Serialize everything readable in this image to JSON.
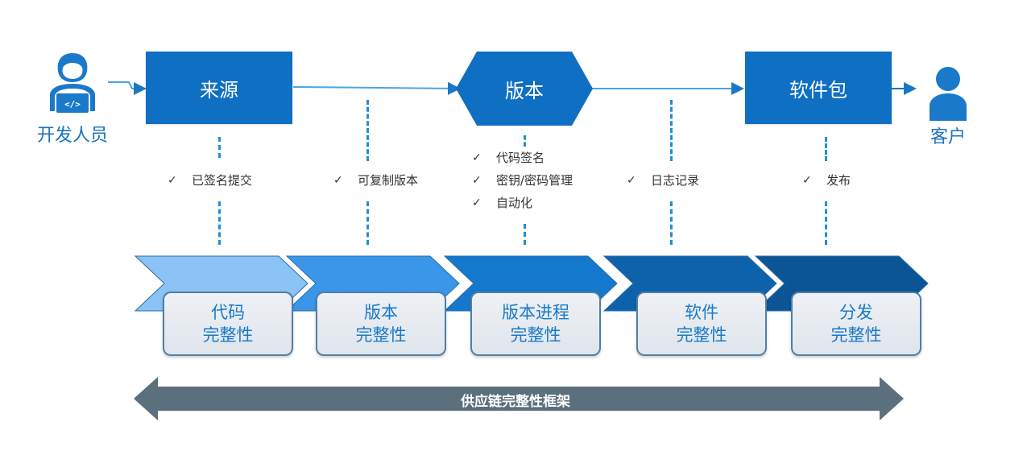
{
  "actors": {
    "developer": {
      "label": "开发人员",
      "icon": "developer-laptop-icon"
    },
    "customer": {
      "label": "客户",
      "icon": "user-icon"
    }
  },
  "stages": [
    {
      "id": "source",
      "label": "来源",
      "shape": "rectangle"
    },
    {
      "id": "build",
      "label": "版本",
      "shape": "hexagon"
    },
    {
      "id": "package",
      "label": "软件包",
      "shape": "rectangle"
    }
  ],
  "checkpoints": [
    {
      "items": [
        "已签名提交"
      ]
    },
    {
      "items": [
        "可复制版本"
      ]
    },
    {
      "items": [
        "代码签名",
        "密钥/密码管理",
        "自动化"
      ]
    },
    {
      "items": [
        "日志记录"
      ]
    },
    {
      "items": [
        "发布"
      ]
    }
  ],
  "check_symbol": "✓",
  "pillars": [
    {
      "line1": "代码",
      "line2": "完整性",
      "color": "#8cc3f5"
    },
    {
      "line1": "版本",
      "line2": "完整性",
      "color": "#3a96e8"
    },
    {
      "line1": "版本进程",
      "line2": "完整性",
      "color": "#1478cc"
    },
    {
      "line1": "软件",
      "line2": "完整性",
      "color": "#0d62ab"
    },
    {
      "line1": "分发",
      "line2": "完整性",
      "color": "#0b5596"
    }
  ],
  "framework": {
    "label": "供应链完整性框架",
    "color": "#5b6f7d"
  },
  "colors": {
    "primary": "#0f6fc3",
    "connector": "#4aa5e0",
    "dash": "#1e8fd0",
    "text_blue": "#1b73c0"
  }
}
